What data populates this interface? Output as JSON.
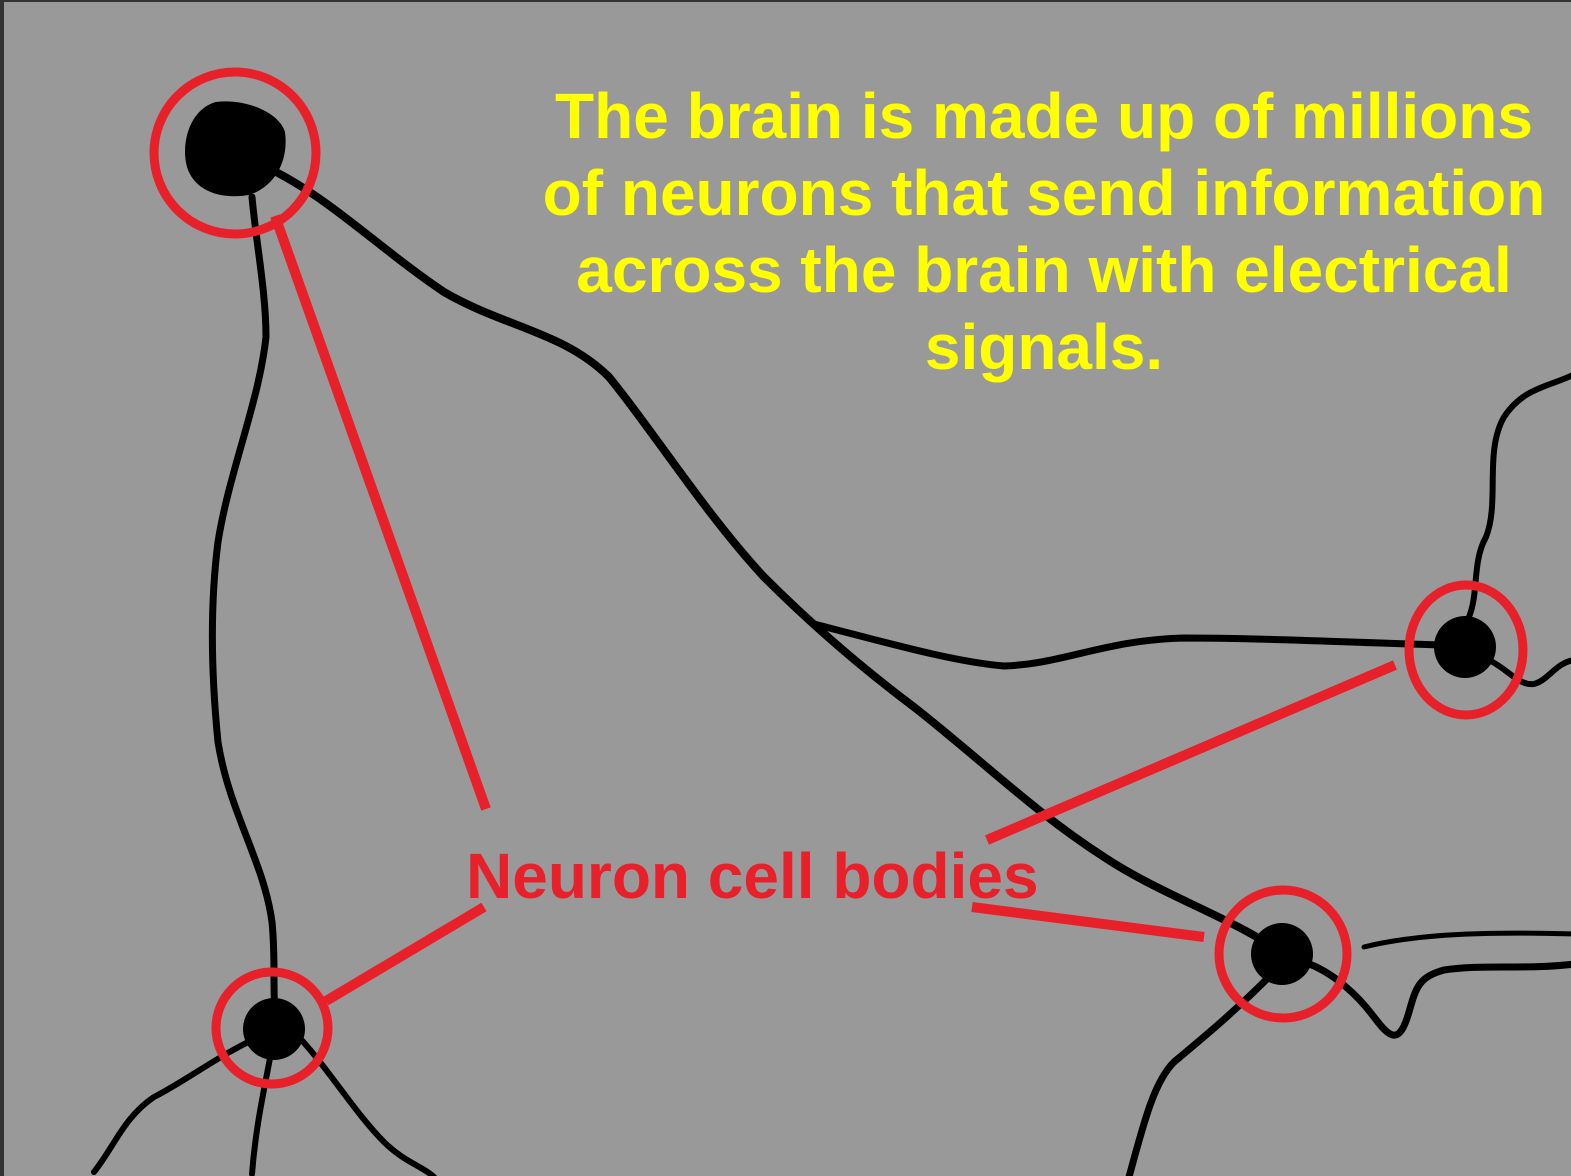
{
  "slide": {
    "headline": "The brain is made up of millions of neurons that send information across the brain with electrical signals.",
    "label": "Neuron cell bodies"
  },
  "colors": {
    "background": "#999999",
    "headline": "#ffff00",
    "label": "#e8202a",
    "neuron": "#000000"
  },
  "icons": [
    "neuron-cell-body",
    "highlight-circle",
    "callout-line"
  ]
}
